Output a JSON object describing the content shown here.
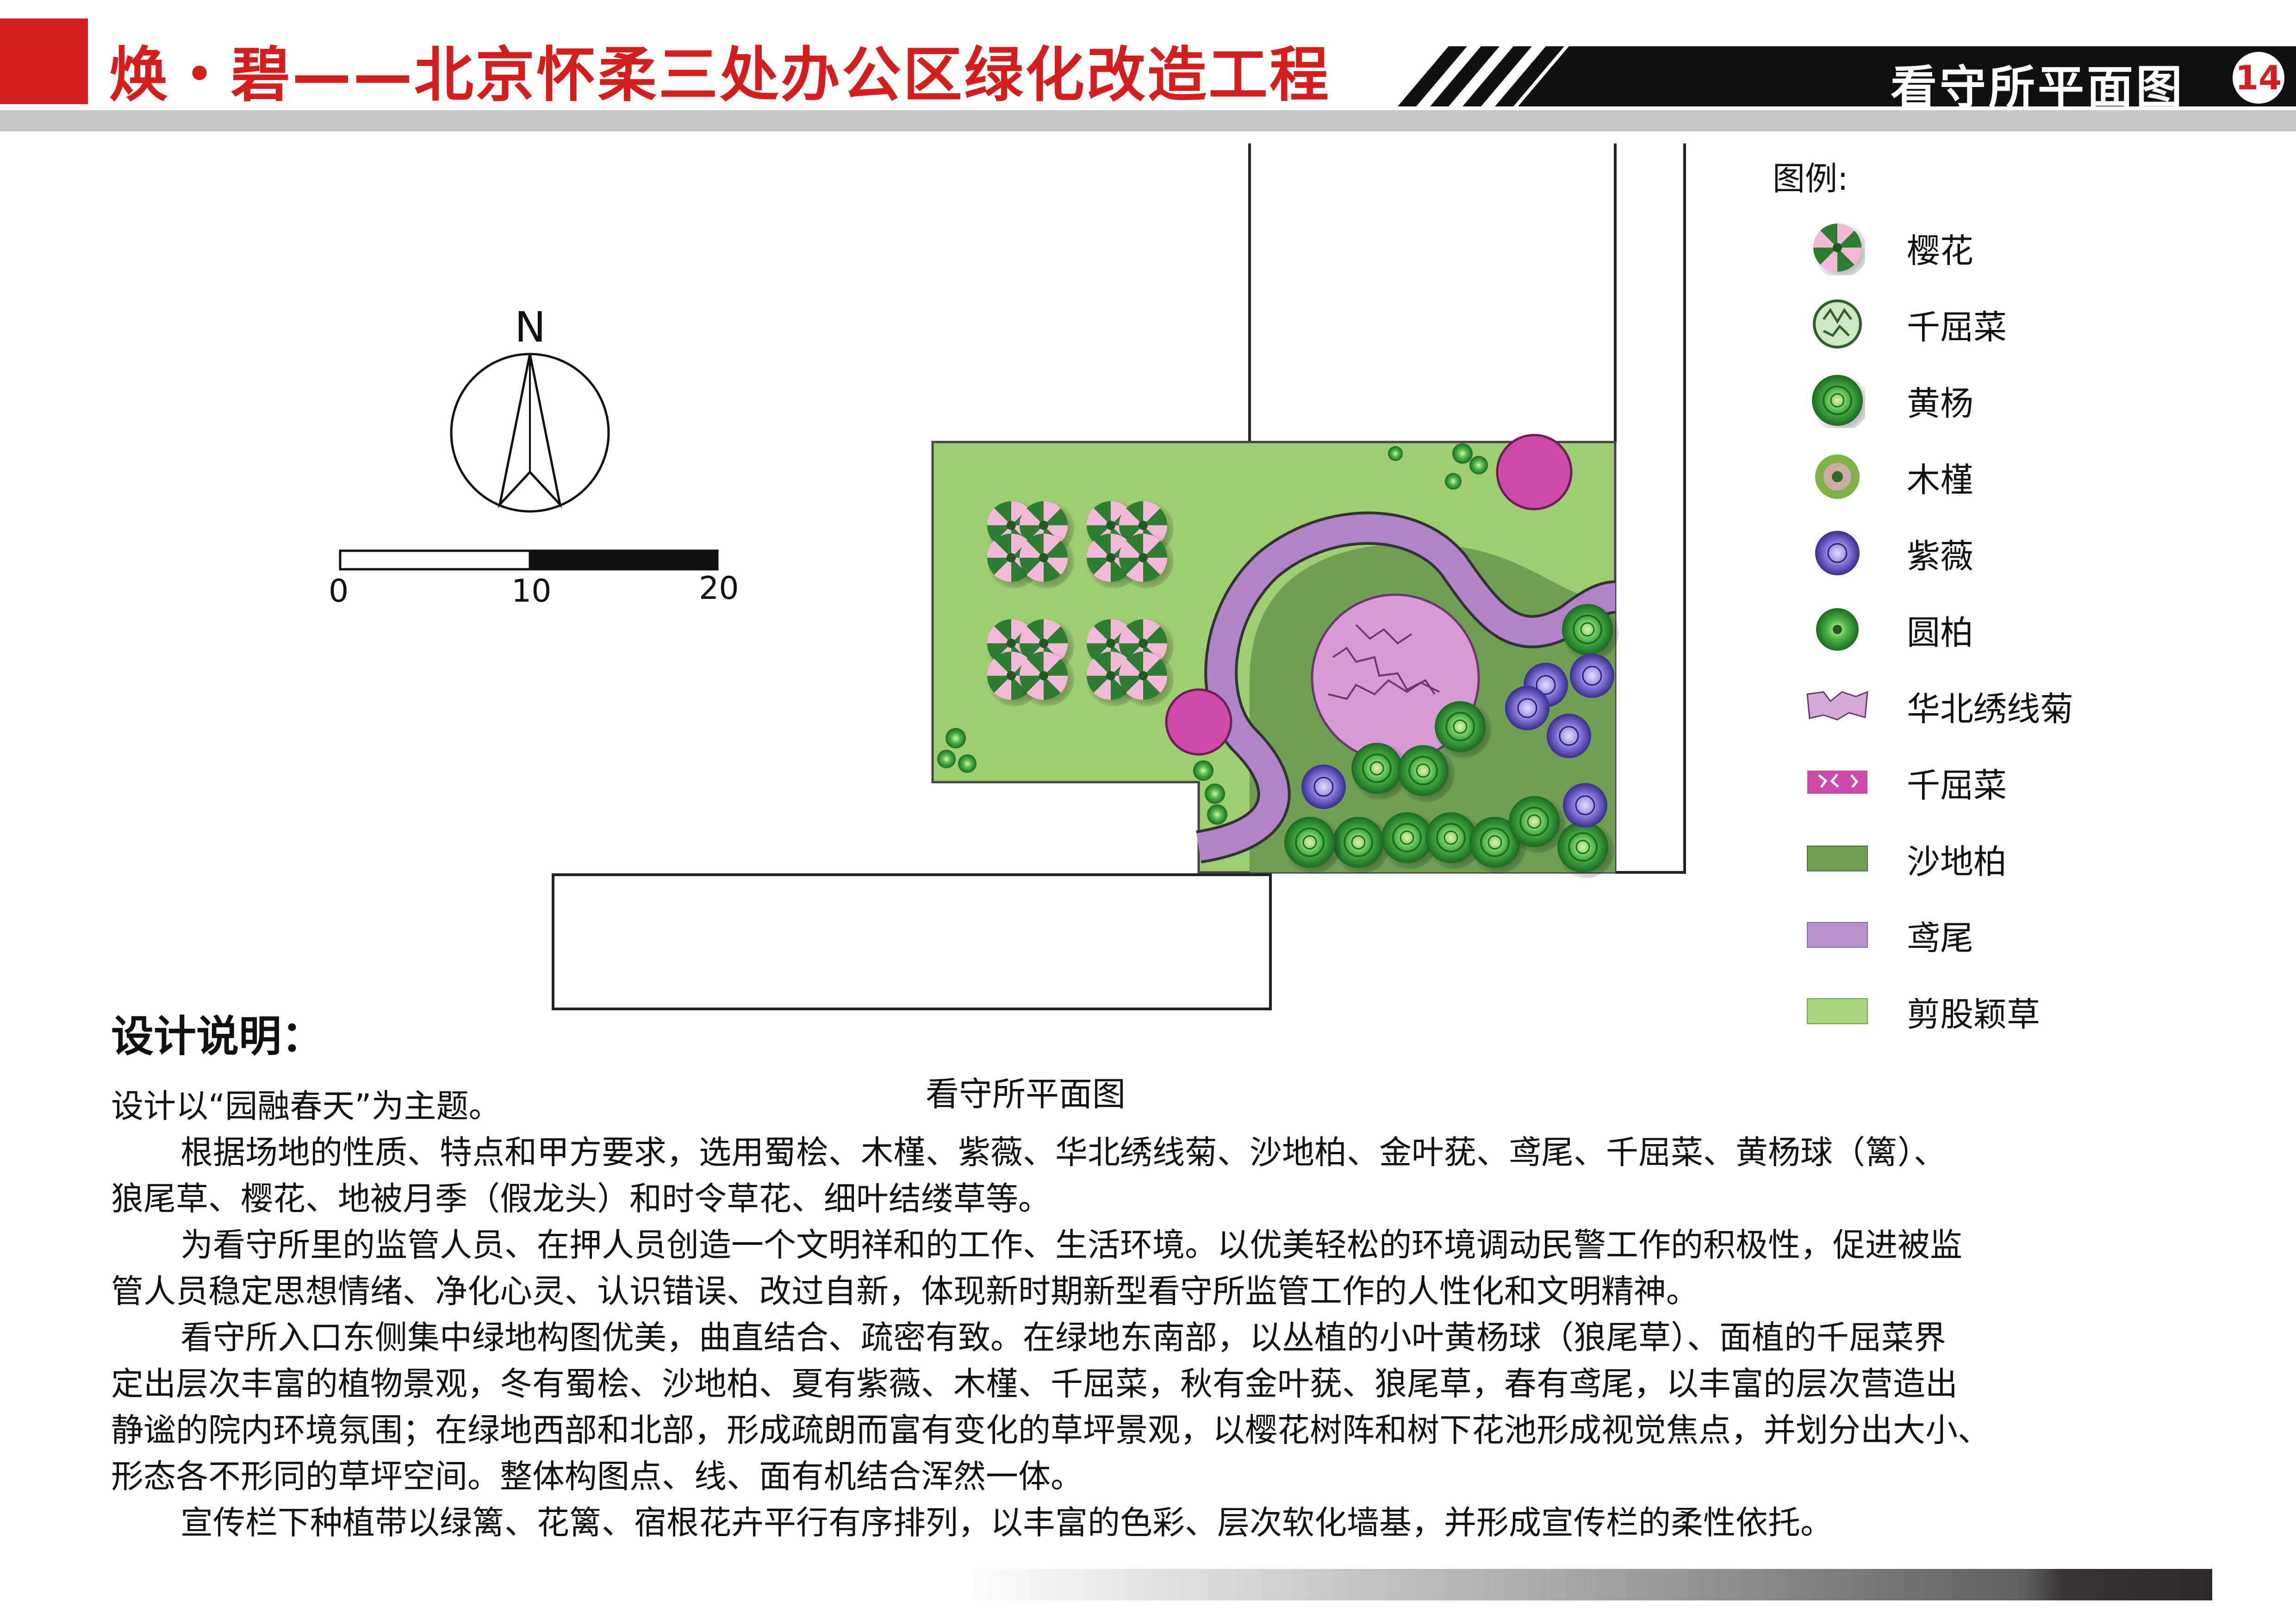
{
  "header": {
    "title": "焕・碧——北京怀柔三处办公区绿化改造工程",
    "section_title": "看守所平面图",
    "page_number": "14",
    "accent_red": "#d41d1d",
    "stripe_color": "#111111"
  },
  "compass": {
    "north_label": "N"
  },
  "scale_bar": {
    "labels": [
      "0",
      "10",
      "20"
    ]
  },
  "plan": {
    "caption": "看守所平面图",
    "lawn_color": "#9fcd72",
    "lawn_dark_color": "#6f9e55",
    "path_color": "#b085c8",
    "flower_bed_color": "#d79ad6"
  },
  "legend": {
    "title": "图例:",
    "items": [
      {
        "label": "樱花",
        "icon": "cherry-tree-icon",
        "color": "#3f8f3f"
      },
      {
        "label": "千屈菜",
        "icon": "loosestrife-shrub-icon",
        "color": "#5e9a5e"
      },
      {
        "label": "黄杨",
        "icon": "boxwood-icon",
        "color": "#40a83e"
      },
      {
        "label": "木槿",
        "icon": "hibiscus-icon",
        "color": "#77a648"
      },
      {
        "label": "紫薇",
        "icon": "crape-myrtle-icon",
        "color": "#6a5ec0"
      },
      {
        "label": "圆柏",
        "icon": "juniper-icon",
        "color": "#3a9a3a"
      },
      {
        "label": "华北绣线菊",
        "icon": "spiraea-patch-icon",
        "color": "#d6a9d6"
      },
      {
        "label": "千屈菜",
        "icon": "loosestrife-patch-icon",
        "color": "#d04aa8"
      },
      {
        "label": "沙地柏",
        "icon": "sabina-patch-icon",
        "color": "#6f9e55"
      },
      {
        "label": "鸢尾",
        "icon": "iris-patch-icon",
        "color": "#b691cc"
      },
      {
        "label": "剪股颖草",
        "icon": "bentgrass-patch-icon",
        "color": "#a8d47c"
      }
    ]
  },
  "description": {
    "heading": "设计说明：",
    "paragraphs": [
      "设计以“园融春天”为主题。",
      "根据场地的性质、特点和甲方要求，选用蜀桧、木槿、紫薇、华北绣线菊、沙地柏、金叶莸、鸢尾、千屈菜、黄杨球（篱）、",
      "狼尾草、樱花、地被月季（假龙头）和时令草花、细叶结缕草等。",
      "为看守所里的监管人员、在押人员创造一个文明祥和的工作、生活环境。以优美轻松的环境调动民警工作的积极性，促进被监",
      "管人员稳定思想情绪、净化心灵、认识错误、改过自新，体现新时期新型看守所监管工作的人性化和文明精神。",
      "看守所入口东侧集中绿地构图优美，曲直结合、疏密有致。在绿地东南部，以丛植的小叶黄杨球（狼尾草）、面植的千屈菜界",
      "定出层次丰富的植物景观，冬有蜀桧、沙地柏、夏有紫薇、木槿、千屈菜，秋有金叶莸、狼尾草，春有鸢尾，以丰富的层次营造出",
      "静谧的院内环境氛围；在绿地西部和北部，形成疏朗而富有变化的草坪景观，以樱花树阵和树下花池形成视觉焦点，并划分出大小、",
      "形态各不形同的草坪空间。整体构图点、线、面有机结合浑然一体。",
      "宣传栏下种植带以绿篱、花篱、宿根花卉平行有序排列，以丰富的色彩、层次软化墙基，并形成宣传栏的柔性依托。"
    ]
  }
}
